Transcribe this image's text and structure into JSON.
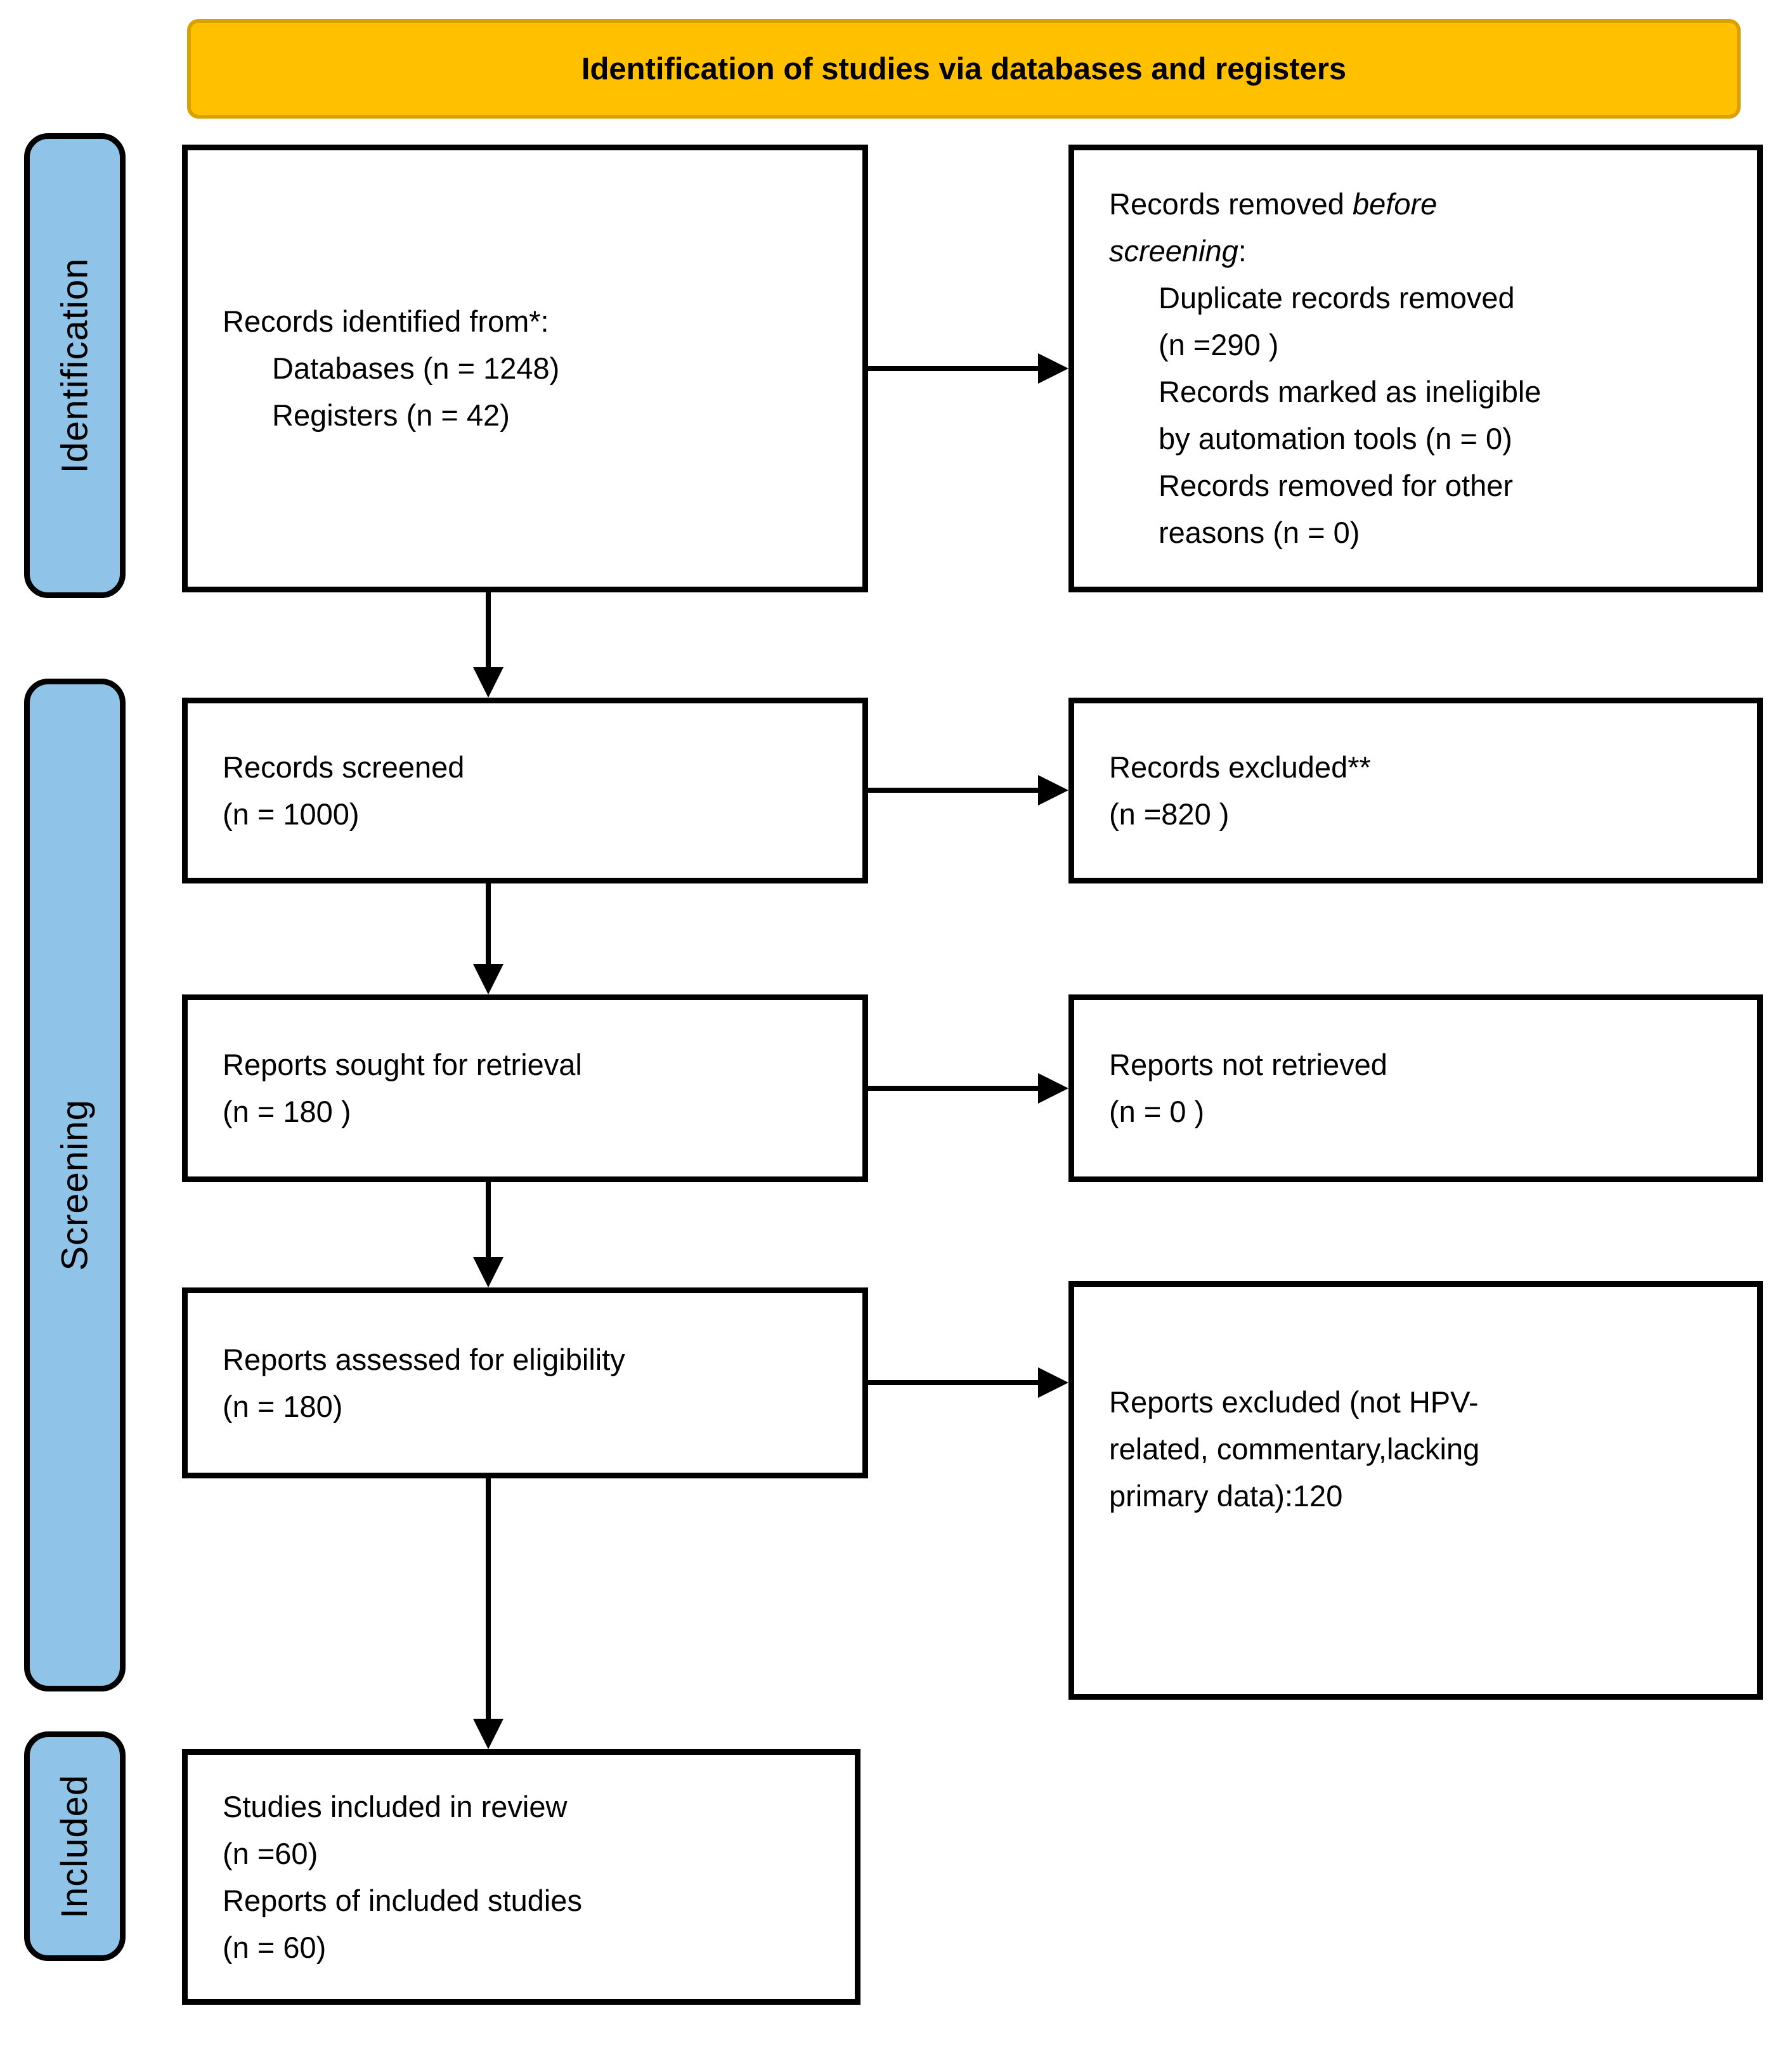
{
  "title": "Identification of studies via databases and registers",
  "colors": {
    "header_bg": "#FFC000",
    "header_border": "#D9A100",
    "side_bar_bg": "#8FC3E8",
    "box_border": "#000000"
  },
  "side_labels": {
    "identification": "Identification",
    "screening": "Screening",
    "included": "Included"
  },
  "boxes": {
    "records_identified": {
      "lines": [
        "Records identified from*:",
        "Databases (n = 1248)",
        "Registers (n = 42)"
      ]
    },
    "records_removed": {
      "l1_normal": "Records removed ",
      "l1_italic": "before",
      "l2_italic": "screening",
      "l2_normal": ":",
      "items": [
        "Duplicate records removed",
        "(n =290 )",
        "Records marked as ineligible",
        "by automation tools (n = 0)",
        "Records removed for other",
        "reasons (n = 0)"
      ]
    },
    "records_screened": {
      "lines": [
        "Records screened",
        "(n = 1000)"
      ]
    },
    "records_excluded": {
      "lines": [
        "Records excluded**",
        "(n =820 )"
      ]
    },
    "reports_sought": {
      "lines": [
        "Reports sought for retrieval",
        "(n = 180 )"
      ]
    },
    "reports_not_retrieved": {
      "lines": [
        "Reports not retrieved",
        "(n = 0 )"
      ]
    },
    "reports_assessed": {
      "lines": [
        "Reports assessed for eligibility",
        "(n = 180)"
      ]
    },
    "reports_excluded": {
      "lines": [
        "Reports excluded (not HPV-",
        "related, commentary,lacking",
        "primary data):120"
      ]
    },
    "studies_included": {
      "lines": [
        "Studies included in review",
        "(n =60)",
        "Reports of included studies",
        "(n = 60)"
      ]
    }
  }
}
